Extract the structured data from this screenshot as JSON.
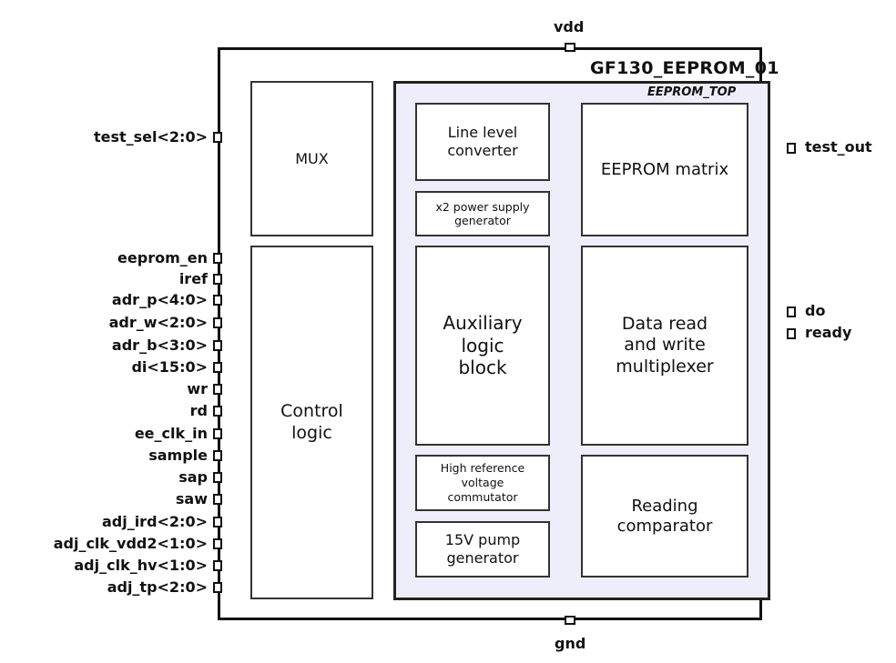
{
  "chip": {
    "name": "GF130_EEPROM_01",
    "top_module": "EEPROM_TOP"
  },
  "power_pins": {
    "vdd": "vdd",
    "gnd": "gnd"
  },
  "left_pins": [
    "test_sel<2:0>",
    "eeprom_en",
    "iref",
    "adr_p<4:0>",
    "adr_w<2:0>",
    "adr_b<3:0>",
    "di<15:0>",
    "wr",
    "rd",
    "ee_clk_in",
    "sample",
    "sap",
    "saw",
    "adj_ird<2:0>",
    "adj_clk_vdd2<1:0>",
    "adj_clk_hv<1:0>",
    "adj_tp<2:0>"
  ],
  "right_pins": [
    "test_out",
    "do",
    "ready"
  ],
  "blocks": {
    "mux": "MUX",
    "control_logic": "Control logic",
    "line_level_converter": "Line level converter",
    "x2_power_supply": "x2 power supply generator",
    "eeprom_matrix": "EEPROM matrix",
    "auxiliary_logic": "Auxiliary logic block",
    "data_rw_mux": "Data read and write multiplexer",
    "high_ref_voltage": "High reference voltage commutator",
    "pump_15v": "15V pump generator",
    "reading_comparator": "Reading comparator"
  }
}
